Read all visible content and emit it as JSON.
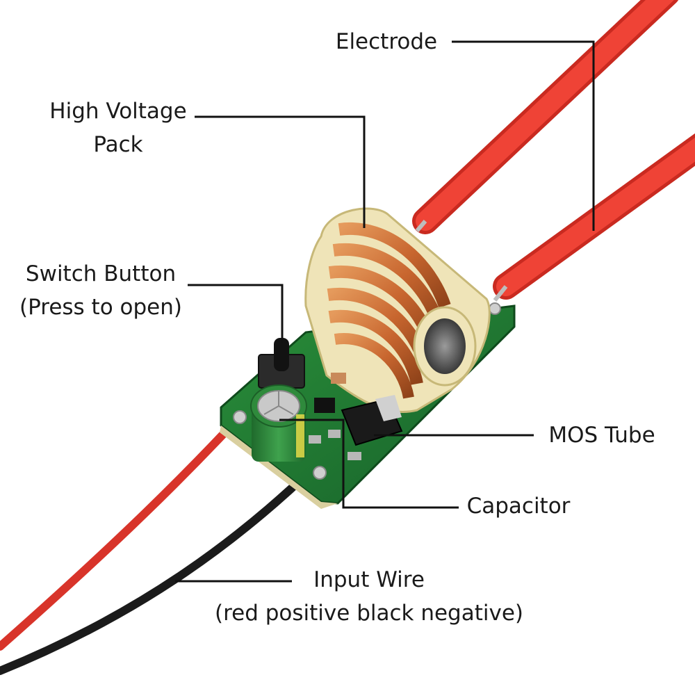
{
  "labels": {
    "electrode": "Electrode",
    "high_voltage_pack": [
      "High Voltage",
      "Pack"
    ],
    "switch_button": [
      "Switch Button",
      "(Press to open)"
    ],
    "mos_tube": "MOS Tube",
    "capacitor": "Capacitor",
    "input_wire": [
      "Input Wire",
      "(red positive black negative)"
    ]
  },
  "colors": {
    "wire_red": "#e8392e",
    "wire_black": "#1b1b1b",
    "pcb_green": "#1f7a2e",
    "coil_copper": "#c8662f",
    "bobbin": "#efe4b8",
    "capacitor": "#2f8a3c",
    "leader_line": "#111111"
  }
}
